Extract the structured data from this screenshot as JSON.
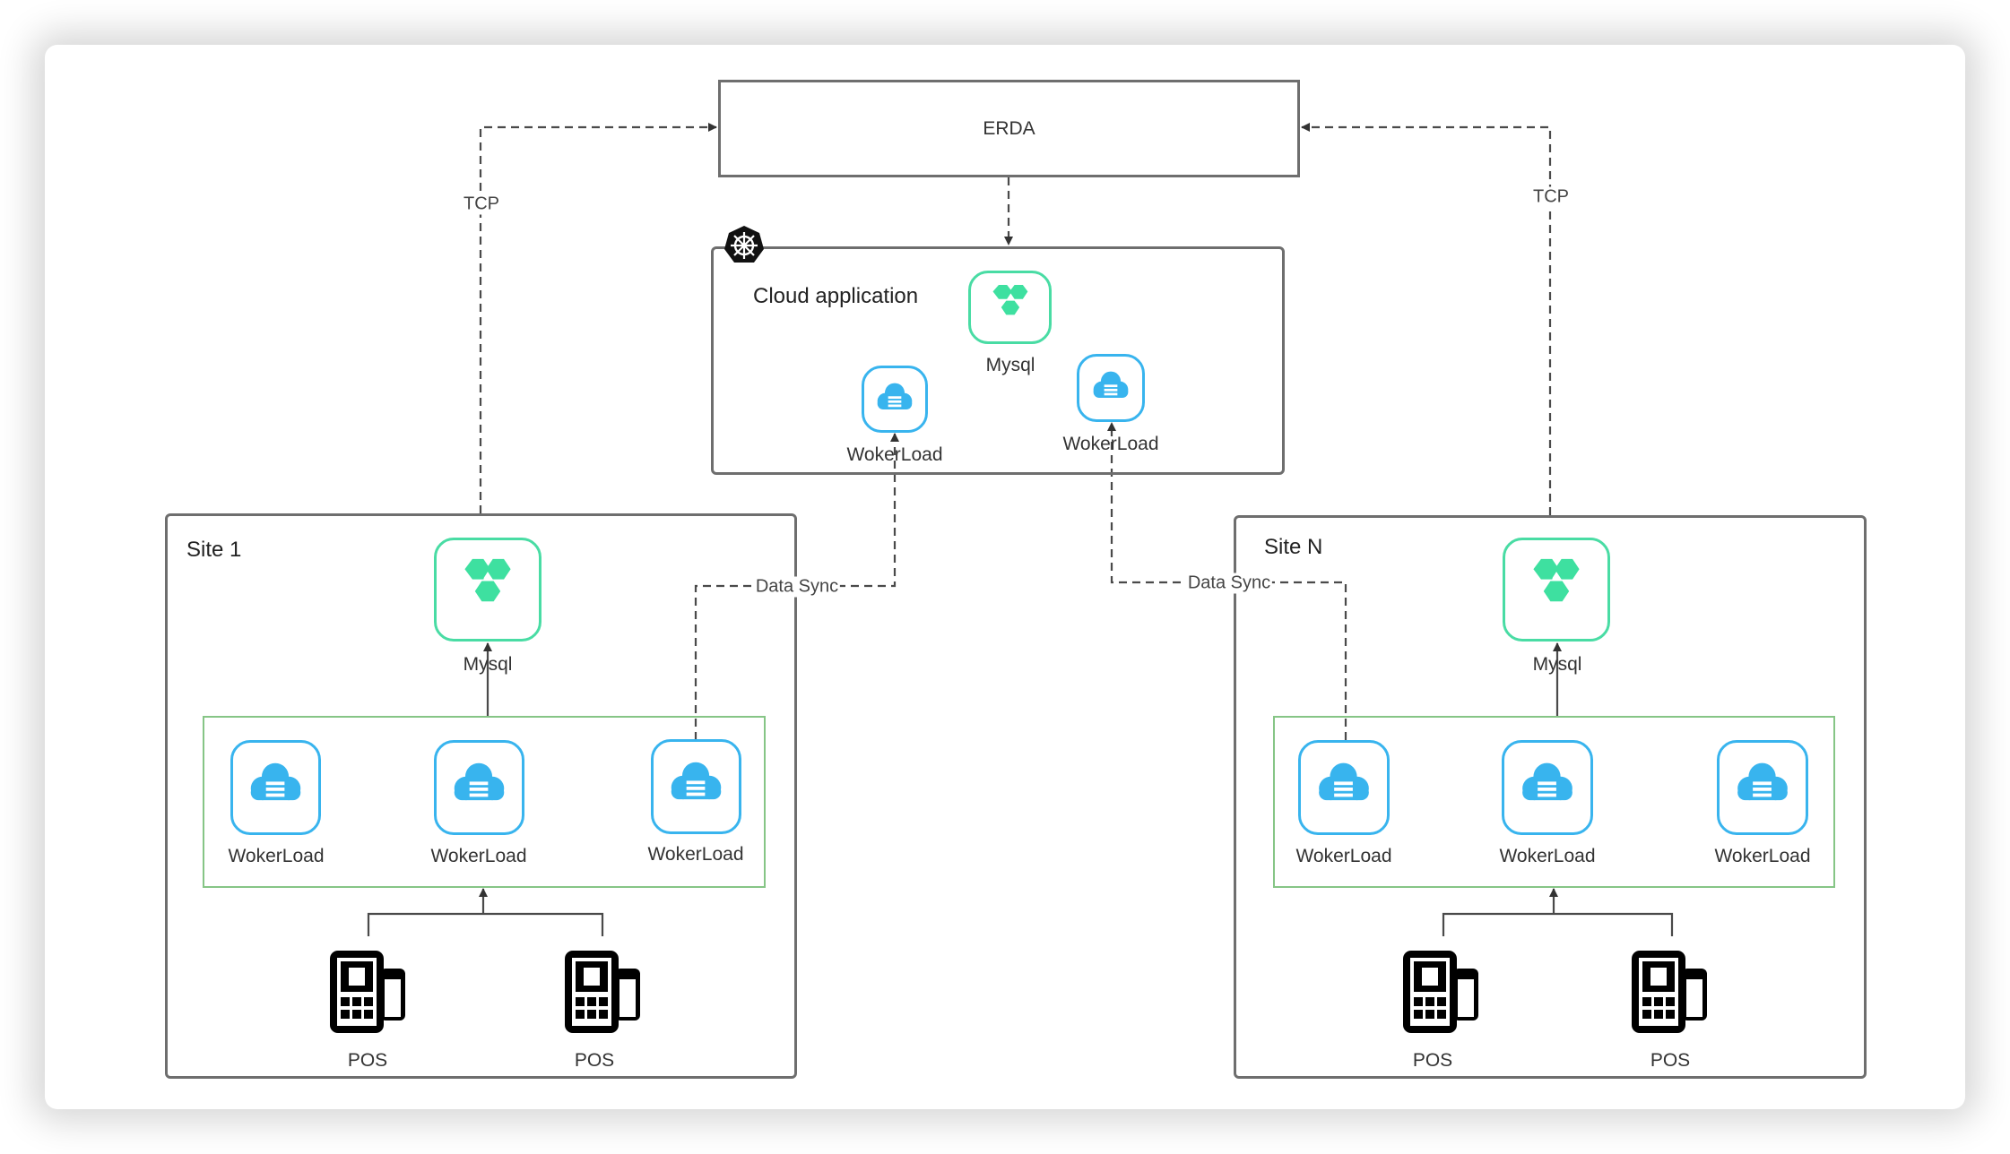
{
  "diagram": {
    "erda": {
      "label": "ERDA"
    },
    "tcp_left": {
      "label": "TCP"
    },
    "tcp_right": {
      "label": "TCP"
    },
    "cloud": {
      "title": "Cloud application",
      "platform_icon": "kubernetes-icon",
      "mysql": {
        "label": "Mysql"
      },
      "workloads": [
        {
          "label": "WokerLoad"
        },
        {
          "label": "WokerLoad"
        }
      ]
    },
    "sites": [
      {
        "title": "Site 1",
        "mysql": {
          "label": "Mysql"
        },
        "workloads": [
          {
            "label": "WokerLoad"
          },
          {
            "label": "WokerLoad"
          },
          {
            "label": "WokerLoad"
          }
        ],
        "pos": [
          {
            "label": "POS"
          },
          {
            "label": "POS"
          }
        ],
        "sync_label": "Data Sync"
      },
      {
        "title": "Site N",
        "mysql": {
          "label": "Mysql"
        },
        "workloads": [
          {
            "label": "WokerLoad"
          },
          {
            "label": "WokerLoad"
          },
          {
            "label": "WokerLoad"
          }
        ],
        "pos": [
          {
            "label": "POS"
          },
          {
            "label": "POS"
          }
        ],
        "sync_label": "Data Sync"
      }
    ],
    "colors": {
      "workload": "#38b4ee",
      "database": "#3ee0a0",
      "group_border": "#86c586",
      "line": "#444444"
    }
  }
}
